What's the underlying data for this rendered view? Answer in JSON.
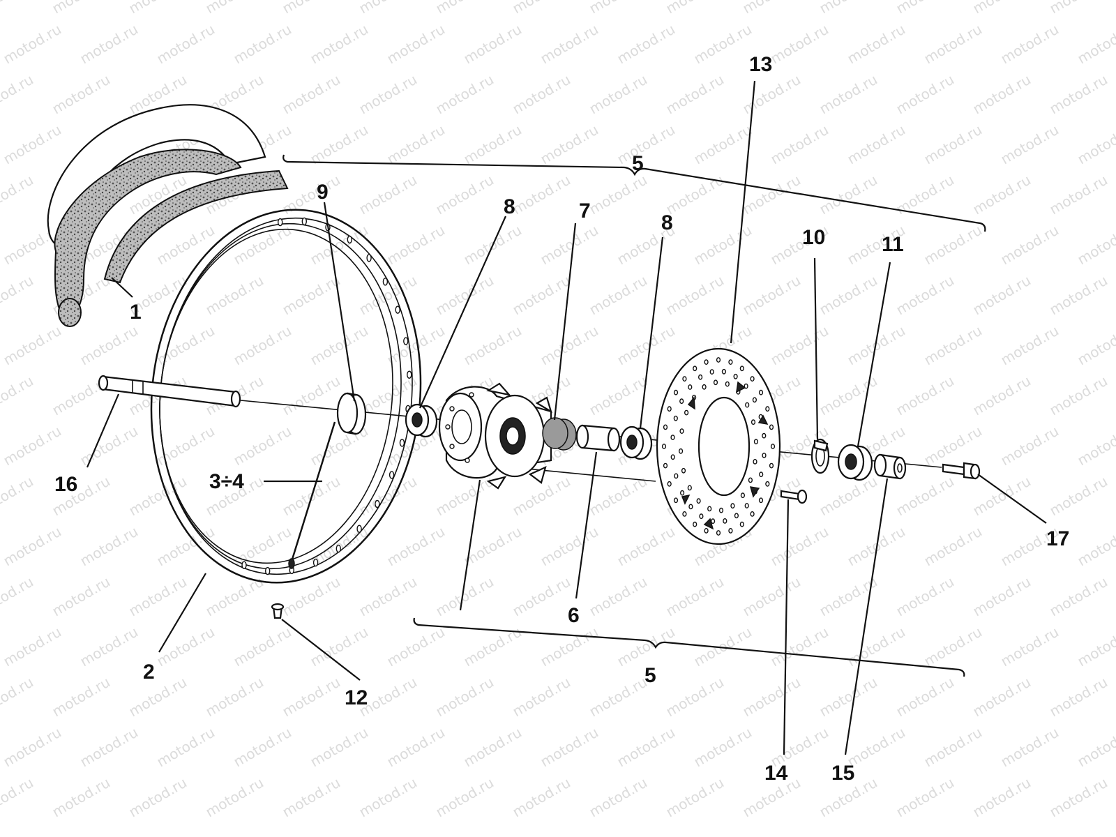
{
  "watermark": {
    "text": "motod.ru"
  },
  "callouts": {
    "c1": "1",
    "c2": "2",
    "c3_4": "3÷4",
    "c5_top": "5",
    "c5_bottom": "5",
    "c6": "6",
    "c7": "7",
    "c8_left": "8",
    "c8_right": "8",
    "c9": "9",
    "c10": "10",
    "c11": "11",
    "c12": "12",
    "c13": "13",
    "c14": "14",
    "c15": "15",
    "c16": "16",
    "c17": "17"
  },
  "colors": {
    "ink": "#111111",
    "background": "#ffffff",
    "watermark": "#c8c8c8",
    "tire_texture": "#6f6f6f"
  }
}
